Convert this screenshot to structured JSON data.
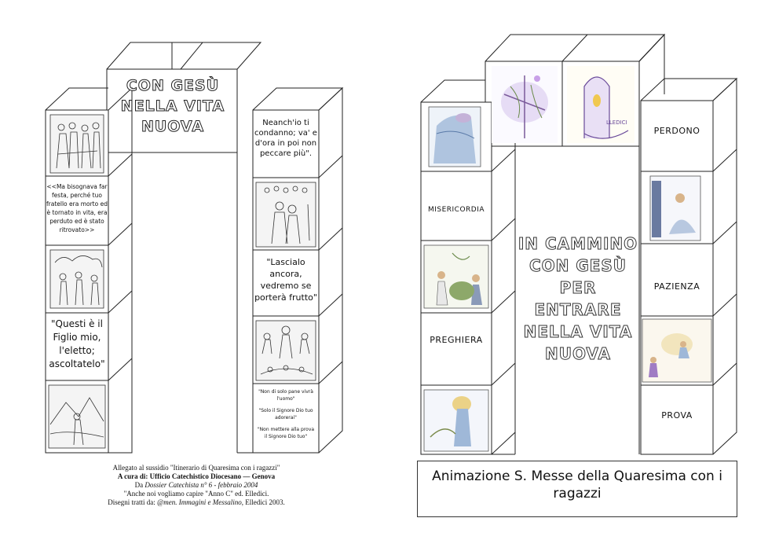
{
  "left_panel": {
    "title_lines": [
      "CON GESÙ",
      "NELLA VITA",
      "NUOVA"
    ],
    "quote_1": [
      "Neanch'io ti",
      "condanno; va' e",
      "d'ora in poi non",
      "peccare più\"."
    ],
    "quote_2": [
      "<<Ma bisognava far",
      "festa, perché tuo",
      "fratello era morto ed",
      "è tornato in vita, era",
      "perduto ed è stato",
      "ritrovato>>"
    ],
    "quote_3": [
      "\"Lascialo",
      "ancora,",
      "vedremo se",
      "porterà frutto\""
    ],
    "quote_4": [
      "\"Questi è il",
      "Figlio mio,",
      "l'eletto;",
      "ascoltatelo\""
    ],
    "quote_5": [
      "\"Non di solo pane vivrà",
      "l'uomo\"",
      "\"Solo il Signore Dio tuo",
      "adorerai\"",
      "\"Non mettere alla prova",
      "il Signore Dio tuo\""
    ]
  },
  "credits": {
    "line1": "Allegato al sussidio \"Itinerario di Quaresima con i ragazzi\"",
    "line2": "A cura di: Ufficio Catechistico Diocesano — Genova",
    "line3_pre": "Da ",
    "line3_italic": "Dossier Catechista n° 6 - febbraio 2004",
    "line4": "\"Anche noi vogliamo capire \"Anno C\"  ed. Elledici.",
    "line5_pre": "Disegni tratti da: ",
    "line5_italic": "@men. Immagini e Messalino",
    "line5_post": ", Elledici 2003."
  },
  "right_panel": {
    "words": {
      "perdono": "PERDONO",
      "misericordia": "MISERICORDIA",
      "pazienza": "PAZIENZA",
      "preghiera": "PREGHIERA",
      "prova": "PROVA"
    },
    "title_lines": [
      "IN CAMMINO",
      "CON GESÙ",
      "PER ENTRARE",
      "NELLA VITA",
      "NUOVA"
    ],
    "banner": "Animazione S. Messe della Quaresima con i ragazzi",
    "colors": {
      "watercolor_blue": "#9fb8d8",
      "watercolor_green": "#8da86a",
      "watercolor_purple": "#a07cc4",
      "watercolor_yellow": "#e8c96a"
    }
  }
}
